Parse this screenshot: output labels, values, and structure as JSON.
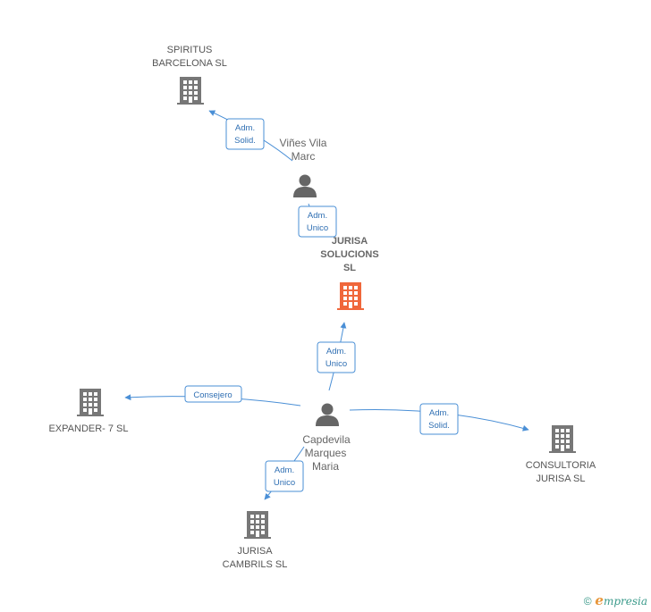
{
  "companies": {
    "spiritus": {
      "line1": "SPIRITUS",
      "line2": "BARCELONA SL"
    },
    "jurisa_soluciones": {
      "line1": "JURISA",
      "line2": "SOLUCIONS",
      "line3": "SL"
    },
    "expander": {
      "line1": "EXPANDER- 7 SL"
    },
    "consultoria": {
      "line1": "CONSULTORIA",
      "line2": "JURISA SL"
    },
    "cambrils": {
      "line1": "JURISA",
      "line2": "CAMBRILS SL"
    }
  },
  "persons": {
    "vines": {
      "line1": "Viñes Vila",
      "line2": "Marc"
    },
    "capdevila": {
      "line1": "Capdevila",
      "line2": "Marques",
      "line3": "Maria"
    }
  },
  "edges": {
    "vines_spiritus": {
      "line1": "Adm.",
      "line2": "Solid."
    },
    "vines_jurisa": {
      "line1": "Adm.",
      "line2": "Unico"
    },
    "capdevila_jurisa": {
      "line1": "Adm.",
      "line2": "Unico"
    },
    "capdevila_expander": {
      "line1": "Consejero"
    },
    "capdevila_consultoria": {
      "line1": "Adm.",
      "line2": "Solid."
    },
    "capdevila_cambrils": {
      "line1": "Adm.",
      "line2": "Unico"
    }
  },
  "colors": {
    "edge": "#4a8fd6",
    "building": "#777777",
    "building_main": "#f0673b",
    "person": "#666666"
  },
  "watermark": {
    "symbol": "©",
    "brand_initial": "e",
    "brand_rest": "mpresia"
  }
}
